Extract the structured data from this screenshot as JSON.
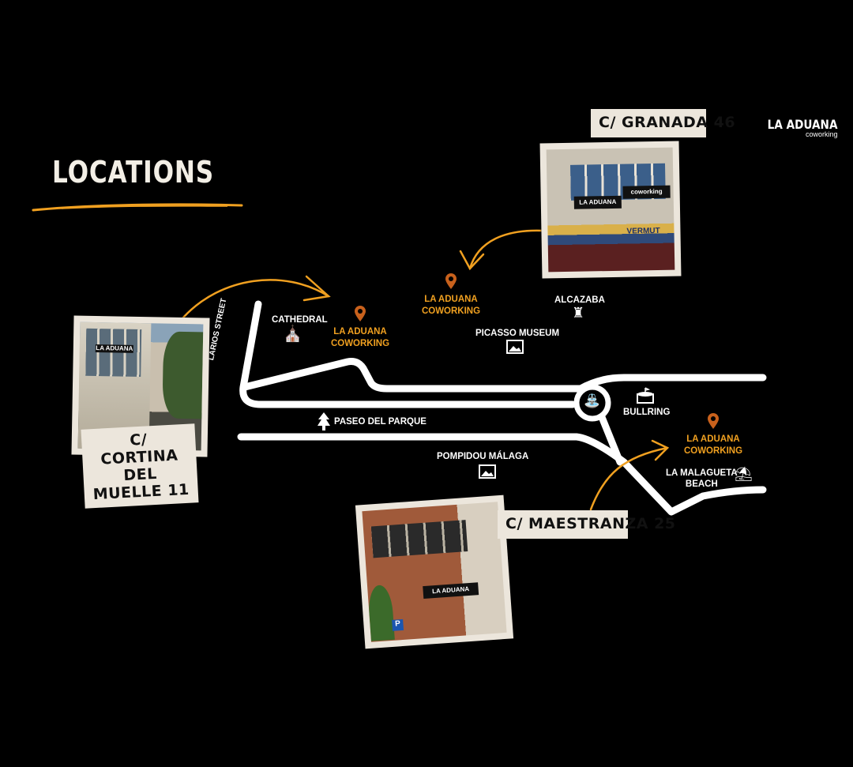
{
  "title": "LOCATIONS",
  "logo": {
    "name": "LA ADUANA",
    "sub": "coworking"
  },
  "colors": {
    "accent": "#f0a020",
    "pin": "#c8611c",
    "paper": "#ece6dc",
    "road": "#ffffff",
    "background": "#000000"
  },
  "photos": [
    {
      "address_line1": "C/ CORTINA",
      "address_line2": "DEL MUELLE 11",
      "sign": "LA ADUANA"
    },
    {
      "address_line1": "C/ GRANADA 46",
      "sign": "LA ADUANA",
      "sign_sub": "coworking",
      "shop": "VERMUT"
    },
    {
      "address_line1": "C/ MAESTRANZA 25",
      "sign": "LA ADUANA"
    }
  ],
  "coworking_pins": [
    {
      "line1": "LA ADUANA",
      "line2": "COWORKING",
      "icon": "map-pin-icon"
    },
    {
      "line1": "LA ADUANA",
      "line2": "COWORKING",
      "icon": "map-pin-icon"
    },
    {
      "line1": "LA ADUANA",
      "line2": "COWORKING",
      "icon": "map-pin-icon"
    }
  ],
  "landmarks": {
    "cathedral": {
      "label": "CATHEDRAL",
      "icon": "church-icon"
    },
    "alcazaba": {
      "label": "ALCAZABA",
      "icon": "tower-icon"
    },
    "picasso": {
      "label": "PICASSO MUSEUM",
      "icon": "picture-icon"
    },
    "bullring": {
      "label": "BULLRING",
      "icon": "bullring-icon"
    },
    "paseo": {
      "label": "PASEO DEL PARQUE",
      "icon": "tree-icon"
    },
    "pompidou": {
      "label": "POMPIDOU MÁLAGA",
      "icon": "picture-icon"
    },
    "beach": {
      "line1": "LA MALAGUETA",
      "line2": "BEACH",
      "icon": "beach-umbrella-icon"
    },
    "fountain": {
      "icon": "fountain-icon"
    }
  },
  "streets": {
    "larios": "LARIOS STREET"
  }
}
